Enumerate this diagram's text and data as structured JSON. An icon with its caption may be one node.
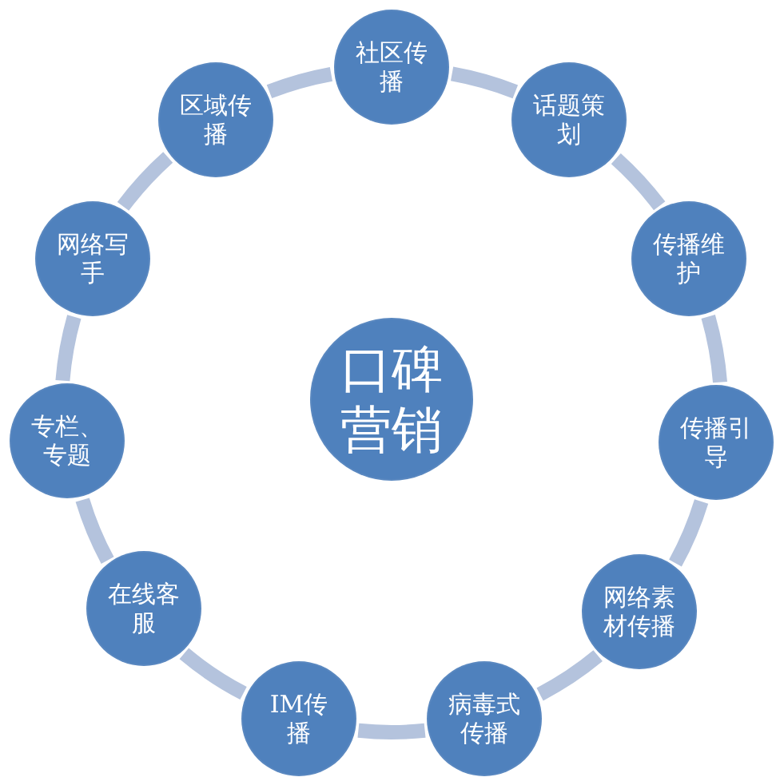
{
  "diagram": {
    "nodes": [
      {
        "text": [
          "社区传播"
        ]
      },
      {
        "text": [
          "话题策划"
        ]
      },
      {
        "text": [
          "传播维护"
        ]
      },
      {
        "text": [
          "传播引导"
        ]
      },
      {
        "text": [
          "网络素材传播"
        ]
      },
      {
        "text": [
          "病毒式传播"
        ]
      },
      {
        "text": [
          "IM传播"
        ]
      },
      {
        "text": [
          "在线客服"
        ]
      },
      {
        "text": [
          "专栏、专题"
        ]
      },
      {
        "text": [
          "网络写手"
        ]
      },
      {
        "text": [
          "区域传播"
        ]
      },
      {
        "text": [
          "口碑营销"
        ]
      }
    ],
    "edges": [
      {
        "from": 0,
        "to": 1,
        "arrow": "none"
      },
      {
        "from": 1,
        "to": 2,
        "arrow": "none"
      },
      {
        "from": 2,
        "to": 3,
        "arrow": "none"
      },
      {
        "from": 3,
        "to": 4,
        "arrow": "none"
      },
      {
        "from": 4,
        "to": 5,
        "arrow": "none"
      },
      {
        "from": 5,
        "to": 6,
        "arrow": "none"
      },
      {
        "from": 6,
        "to": 7,
        "arrow": "none"
      },
      {
        "from": 7,
        "to": 8,
        "arrow": "none"
      },
      {
        "from": 8,
        "to": 9,
        "arrow": "none"
      },
      {
        "from": 9,
        "to": 10,
        "arrow": "none"
      },
      {
        "from": 10,
        "to": 0,
        "arrow": "none"
      }
    ]
  }
}
